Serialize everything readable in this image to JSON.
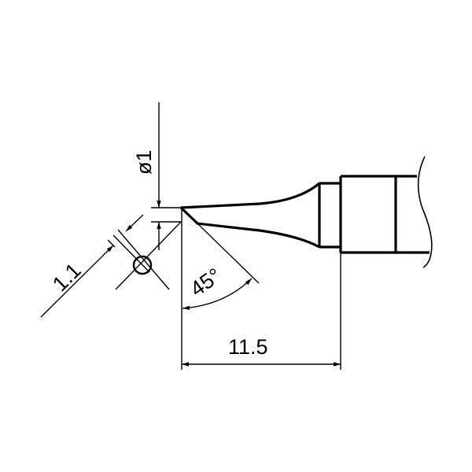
{
  "drawing": {
    "line_color": "#000000",
    "background": "#ffffff",
    "dimensions": {
      "tip_diameter": "ø1",
      "chamfer_width": "1.1",
      "angle": "45°",
      "length": "11.5"
    }
  }
}
